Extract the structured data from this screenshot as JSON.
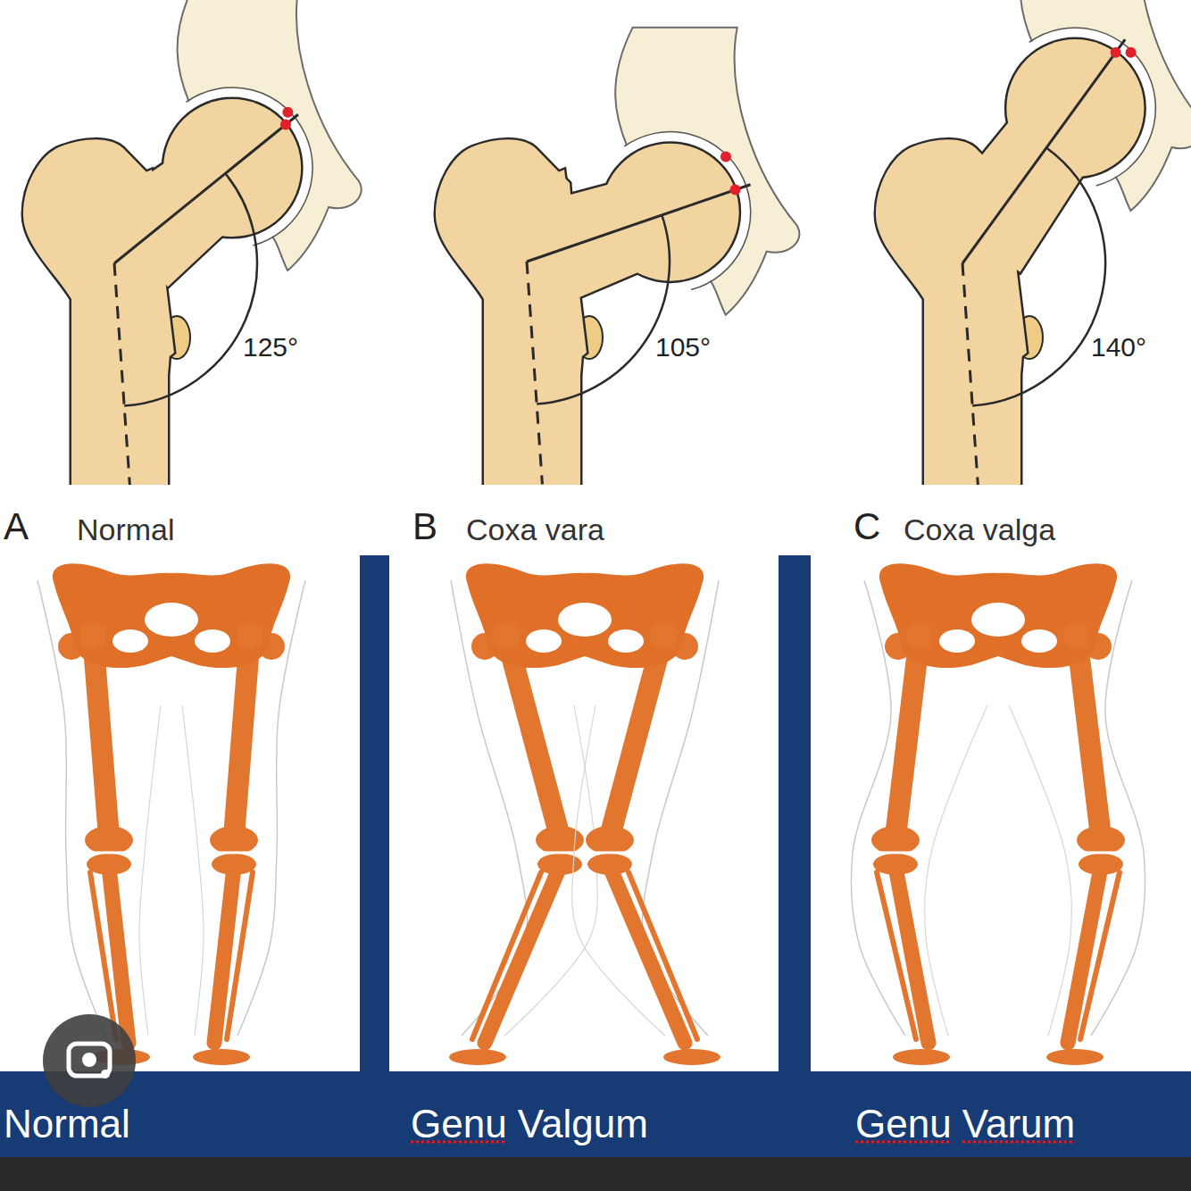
{
  "diagram": {
    "labels": [
      "125°",
      "A",
      "Normal",
      "105°",
      "B",
      "Coxa vara",
      "140°",
      "C",
      "Coxa valga",
      "Normal",
      "Genu Valgum",
      "Genu Varum"
    ]
  }
}
